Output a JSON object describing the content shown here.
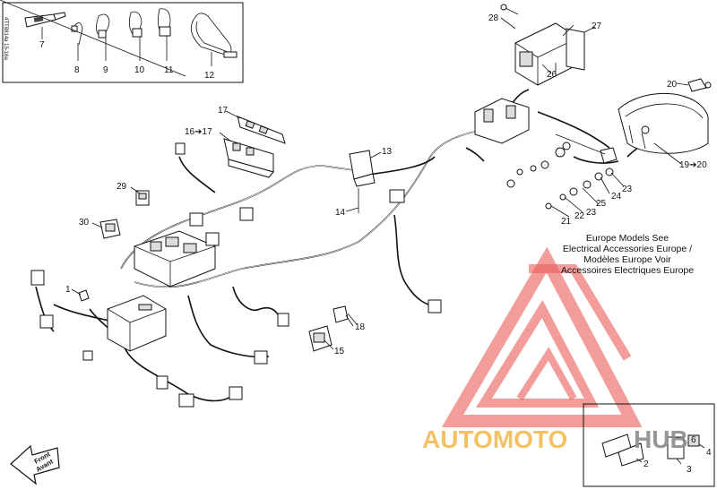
{
  "document": {
    "code": "4TT8814a 15-16a"
  },
  "callouts": {
    "c1": "1",
    "c2": "2",
    "c3": "3",
    "c4": "4",
    "c6": "6",
    "c7": "7",
    "c8": "8",
    "c9": "9",
    "c10": "10",
    "c11": "11",
    "c12": "12",
    "c13": "13",
    "c14": "14",
    "c15": "15",
    "c16_17": "16➔17",
    "c17": "17",
    "c18": "18",
    "c19_20": "19➔20",
    "c20": "20",
    "c21": "21",
    "c22": "22",
    "c23a": "23",
    "c23b": "23",
    "c24": "24",
    "c25": "25",
    "c26": "26",
    "c27": "27",
    "c28": "28",
    "c29": "29",
    "c30": "30"
  },
  "europe_note": {
    "line1": "Europe Models See",
    "line2": "Electrical Accessories Europe /",
    "line3": "Modèles Europe Voir",
    "line4": "Accessoires Electriques Europe"
  },
  "front_arrow": {
    "line1": "Front",
    "line2": "Avant"
  },
  "watermark": {
    "brand_red": "AUTOMOTO",
    "brand_gray": "HUB",
    "red_color": "#e8403a",
    "gray_color": "#8c8c8c",
    "gold_color": "#f2b84b"
  }
}
